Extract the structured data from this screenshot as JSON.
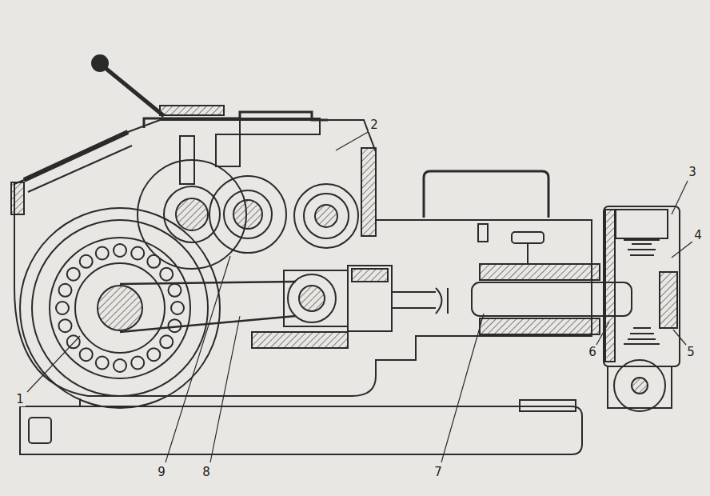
{
  "diagram": {
    "labels": [
      "2",
      "3",
      "4",
      "5",
      "6",
      "1",
      "9",
      "8",
      "7"
    ]
  }
}
